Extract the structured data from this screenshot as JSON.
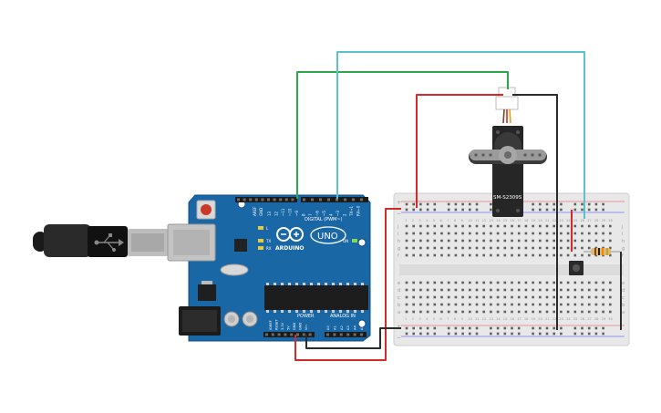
{
  "arduino": {
    "brand": "ARDUINO",
    "model": "UNO",
    "digital_header_label": "DIGITAL (PWM~)",
    "power_header_label": "POWER",
    "analog_header_label": "ANALOG IN",
    "aref": "AREF",
    "gnd_top": "GND",
    "digital_pins": [
      "13",
      "12",
      "~11",
      "~10",
      "~9",
      "8",
      "7",
      "~6",
      "~5",
      "4",
      "~3",
      "2",
      "TX→1",
      "RX←0"
    ],
    "power_pins": [
      "IOREF",
      "RESET",
      "3.3V",
      "5V",
      "GND",
      "GND",
      "Vin"
    ],
    "analog_pins": [
      "A0",
      "A1",
      "A2",
      "A3",
      "A4",
      "A5"
    ],
    "led_labels": [
      "L",
      "TX",
      "RX",
      "ON"
    ]
  },
  "servo": {
    "label": "SM-S2309S"
  },
  "breadboard": {
    "row_letters_top": [
      "j",
      "i",
      "h",
      "g",
      "f"
    ],
    "row_letters_bottom": [
      "e",
      "d",
      "c",
      "b",
      "a"
    ],
    "column_numbers": [
      "1",
      "2",
      "3",
      "4",
      "5",
      "6",
      "7",
      "8",
      "9",
      "10",
      "11",
      "12",
      "13",
      "14",
      "15",
      "16",
      "17",
      "18",
      "19",
      "20",
      "21",
      "22",
      "23",
      "24",
      "25",
      "26",
      "27",
      "28",
      "29",
      "30"
    ],
    "rail_plus": "+",
    "rail_minus": "−"
  },
  "wire_colors": {
    "green": "#2aa84a",
    "cyan": "#5bc2c9",
    "red": "#d42a2a",
    "black": "#2b2b2b"
  }
}
